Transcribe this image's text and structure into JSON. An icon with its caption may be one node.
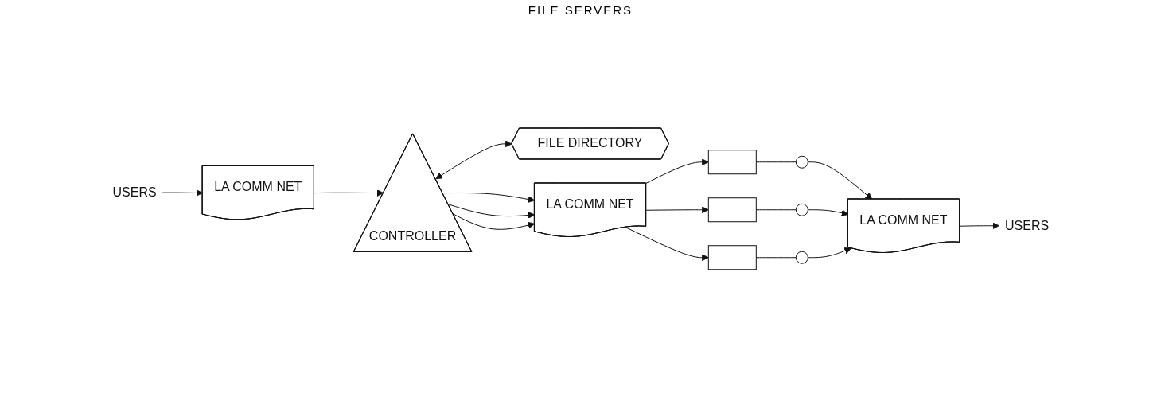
{
  "diagram": {
    "nodes": [
      {
        "text": [
          "USERS"
        ]
      },
      {
        "text": [
          "LA COMM NET"
        ]
      },
      {
        "text": [
          "CONTROLLER"
        ]
      },
      {
        "text": [
          "FILE DIRECTORY"
        ]
      },
      {
        "text": [
          "LA COMM NET"
        ]
      },
      {
        "text": [],
        "shape": "box"
      },
      {
        "text": [],
        "shape": "circle"
      },
      {
        "text": [],
        "shape": "box"
      },
      {
        "text": [],
        "shape": "circle"
      },
      {
        "text": [],
        "shape": "box"
      },
      {
        "text": [],
        "shape": "circle"
      },
      {
        "text": [
          "LA COMM NET"
        ]
      },
      {
        "text": [
          "USERS"
        ]
      }
    ],
    "edges": [
      {
        "from": 0,
        "to": 1,
        "arrow": "to"
      },
      {
        "from": 1,
        "to": 2,
        "arrow": "to"
      },
      {
        "from": 2,
        "to": 4,
        "arrow": "to"
      },
      {
        "from": 2,
        "to": 4,
        "arrow": "to"
      },
      {
        "from": 2,
        "to": 4,
        "arrow": "to"
      },
      {
        "from": 2,
        "to": 3,
        "arrow": "both"
      },
      {
        "from": 4,
        "to": 5,
        "arrow": "to"
      },
      {
        "from": 4,
        "to": 7,
        "arrow": "to"
      },
      {
        "from": 4,
        "to": 9,
        "arrow": "to"
      },
      {
        "from": 5,
        "to": 6,
        "arrow": "none"
      },
      {
        "from": 7,
        "to": 8,
        "arrow": "none"
      },
      {
        "from": 9,
        "to": 10,
        "arrow": "none"
      },
      {
        "from": 6,
        "to": 11,
        "arrow": "to"
      },
      {
        "from": 8,
        "to": 11,
        "arrow": "to"
      },
      {
        "from": 10,
        "to": 11,
        "arrow": "to"
      },
      {
        "from": 11,
        "to": 12,
        "arrow": "to"
      }
    ],
    "labels": [
      "FILE SERVERS"
    ]
  }
}
